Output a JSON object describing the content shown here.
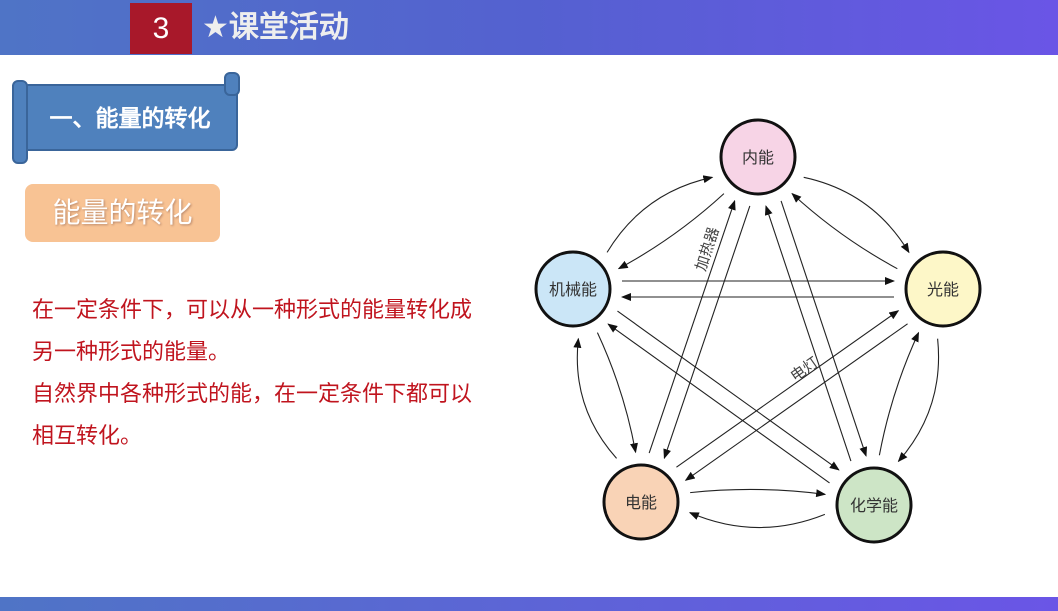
{
  "header": {
    "number": "3",
    "title": "★课堂活动"
  },
  "section_banner": "一、能量的转化",
  "subtitle": "能量的转化",
  "paragraphs": [
    "在一定条件下，可以从一种形式的能量转化成另一种形式的能量。",
    "自然界中各种形式的能，在一定条件下都可以相互转化。"
  ],
  "diagram": {
    "nodes": [
      {
        "id": "internal",
        "label": "内能",
        "color": "#f7d4e6"
      },
      {
        "id": "mechanical",
        "label": "机械能",
        "color": "#cbe6f7"
      },
      {
        "id": "light",
        "label": "光能",
        "color": "#fdf7c8"
      },
      {
        "id": "electric",
        "label": "电能",
        "color": "#f9d3b6"
      },
      {
        "id": "chemical",
        "label": "化学能",
        "color": "#cde5c6"
      }
    ],
    "labels": {
      "heater": "加热器",
      "lamp": "电灯"
    }
  }
}
